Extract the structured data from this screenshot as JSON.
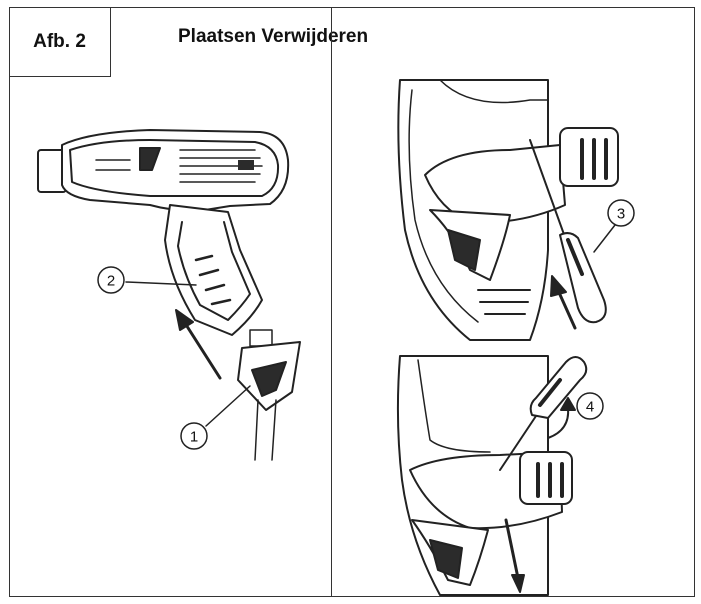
{
  "figure": {
    "label": "Afb. 2",
    "title": "Plaatsen Verwijderen"
  },
  "callouts": [
    {
      "number": "1",
      "meaning": "nozzle attachment"
    },
    {
      "number": "2",
      "meaning": "handle"
    },
    {
      "number": "3",
      "meaning": "screwdriver inserted"
    },
    {
      "number": "4",
      "meaning": "screwdriver levering"
    }
  ],
  "colors": {
    "line": "#222222",
    "frame": "#333333",
    "fill_dark": "#2b2b2b",
    "fill_light": "#ffffff"
  }
}
